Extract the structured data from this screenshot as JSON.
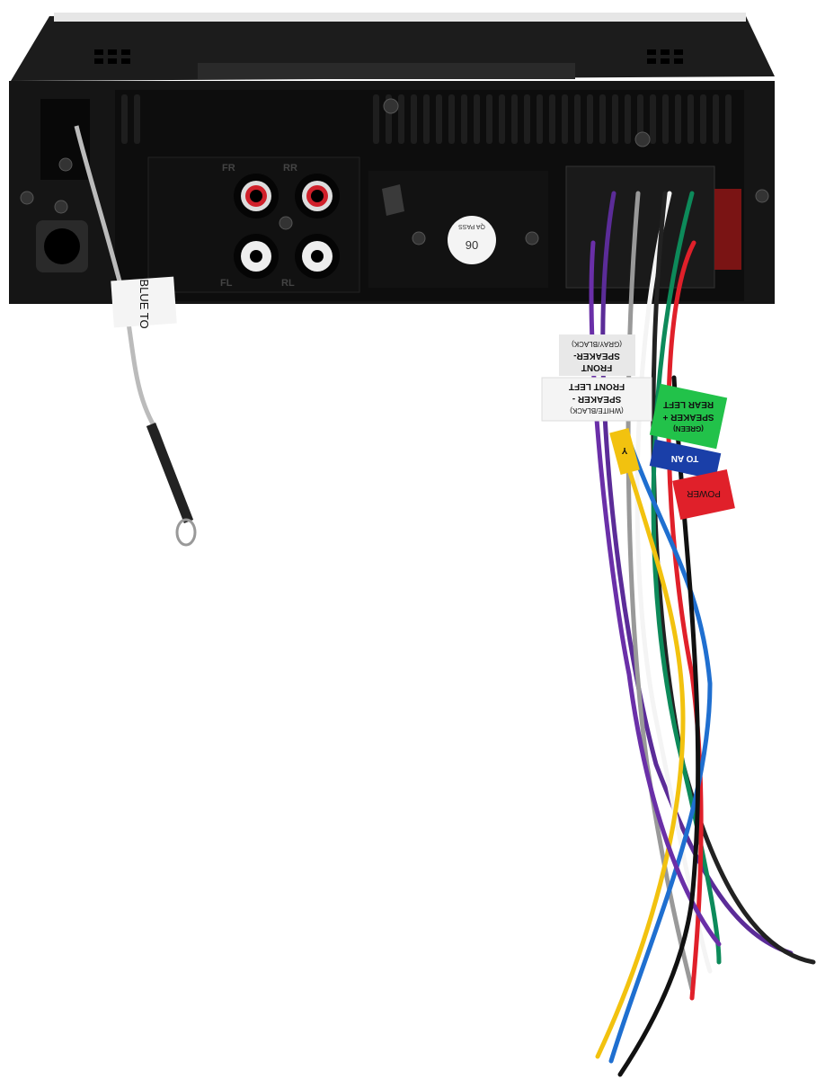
{
  "product": {
    "rca_labels": {
      "front_right": "FR",
      "rear_right": "RR",
      "front_left": "FL",
      "rear_left": "RL"
    },
    "qa_sticker": {
      "text": "QA PASS",
      "number": "06"
    },
    "antenna_tag": "BLUE TO",
    "wire_tags": [
      {
        "line1": "FRONT",
        "line2": "SPEAKER-",
        "line3": "(GRAY/BLACK)",
        "color": "#e8e8e8"
      },
      {
        "line1": "FRONT LEFT",
        "line2": "SPEAKER -",
        "line3": "(WHITE/BLACK)",
        "color": "#f2f2f2"
      },
      {
        "line1": "REAR LEFT",
        "line2": "SPEAKER +",
        "line3": "(GREEN)",
        "color": "#22c24a"
      },
      {
        "line1": "TO AN",
        "color": "#1a3fa8"
      },
      {
        "line1": "Y",
        "color": "#f2c20f"
      },
      {
        "line1": "POWER",
        "color": "#e0202a"
      }
    ]
  },
  "colors": {
    "chassis": "#141414",
    "background": "#ffffff"
  }
}
